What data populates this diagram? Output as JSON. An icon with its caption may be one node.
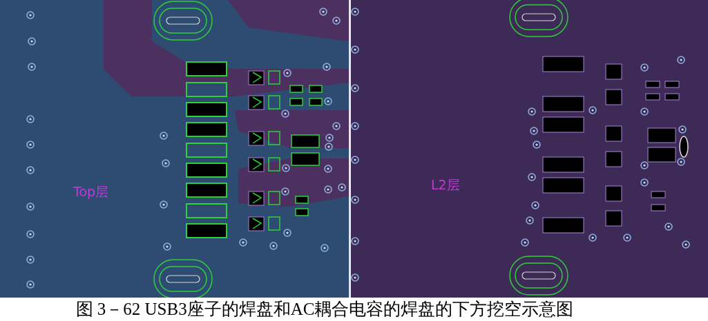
{
  "diagram": {
    "caption": "图 3－62 USB3座子的焊盘和AC耦合电容的焊盘的下方挖空示意图",
    "labels": [
      "Top层",
      "L2层"
    ]
  }
}
